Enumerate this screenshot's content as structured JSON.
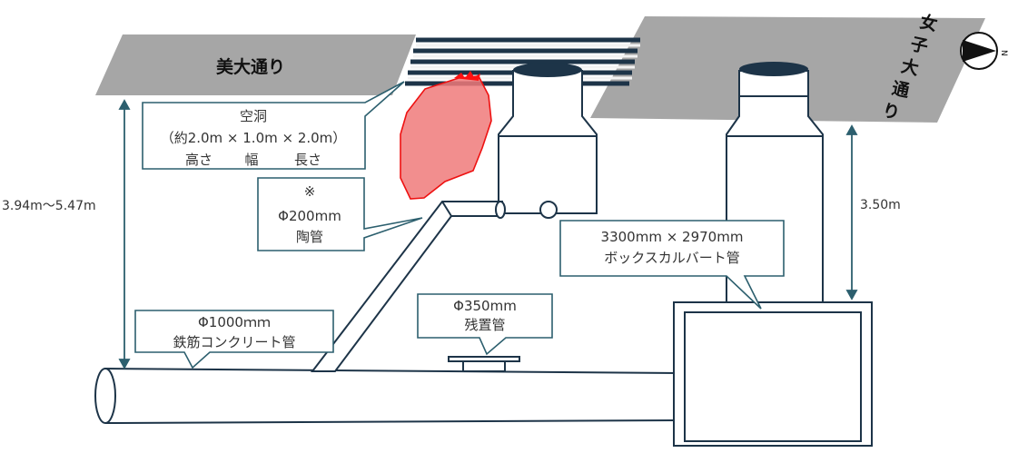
{
  "roads": {
    "bidai": "美大通り",
    "joshidai": [
      "女",
      "子",
      "大",
      "通",
      "り"
    ]
  },
  "compass_letter": "N",
  "cavity": {
    "line1": "空洞",
    "line2": "（約2.0m × 1.0m × 2.0m）",
    "line3": [
      "高さ",
      "幅",
      "長さ"
    ],
    "color": "#f07a7a"
  },
  "pipe_200": {
    "mark": "※",
    "size": "Φ200mm",
    "kind": "陶管"
  },
  "pipe_1000": {
    "size": "Φ1000ｍｍ",
    "kind": "鉄筋コンクリート管"
  },
  "pipe_350": {
    "size": "Φ350mm",
    "kind": "残置管"
  },
  "culvert": {
    "size": "3300mm × 2970mm",
    "kind": "ボックスカルバート管"
  },
  "dims": {
    "left": "3.94m～5.47m",
    "right": "3.50m"
  },
  "colors": {
    "road": "#a6a6a6",
    "outline": "#1d3448",
    "callout_border": "#2c5f6e",
    "manhole_lid": "#1d3448"
  }
}
